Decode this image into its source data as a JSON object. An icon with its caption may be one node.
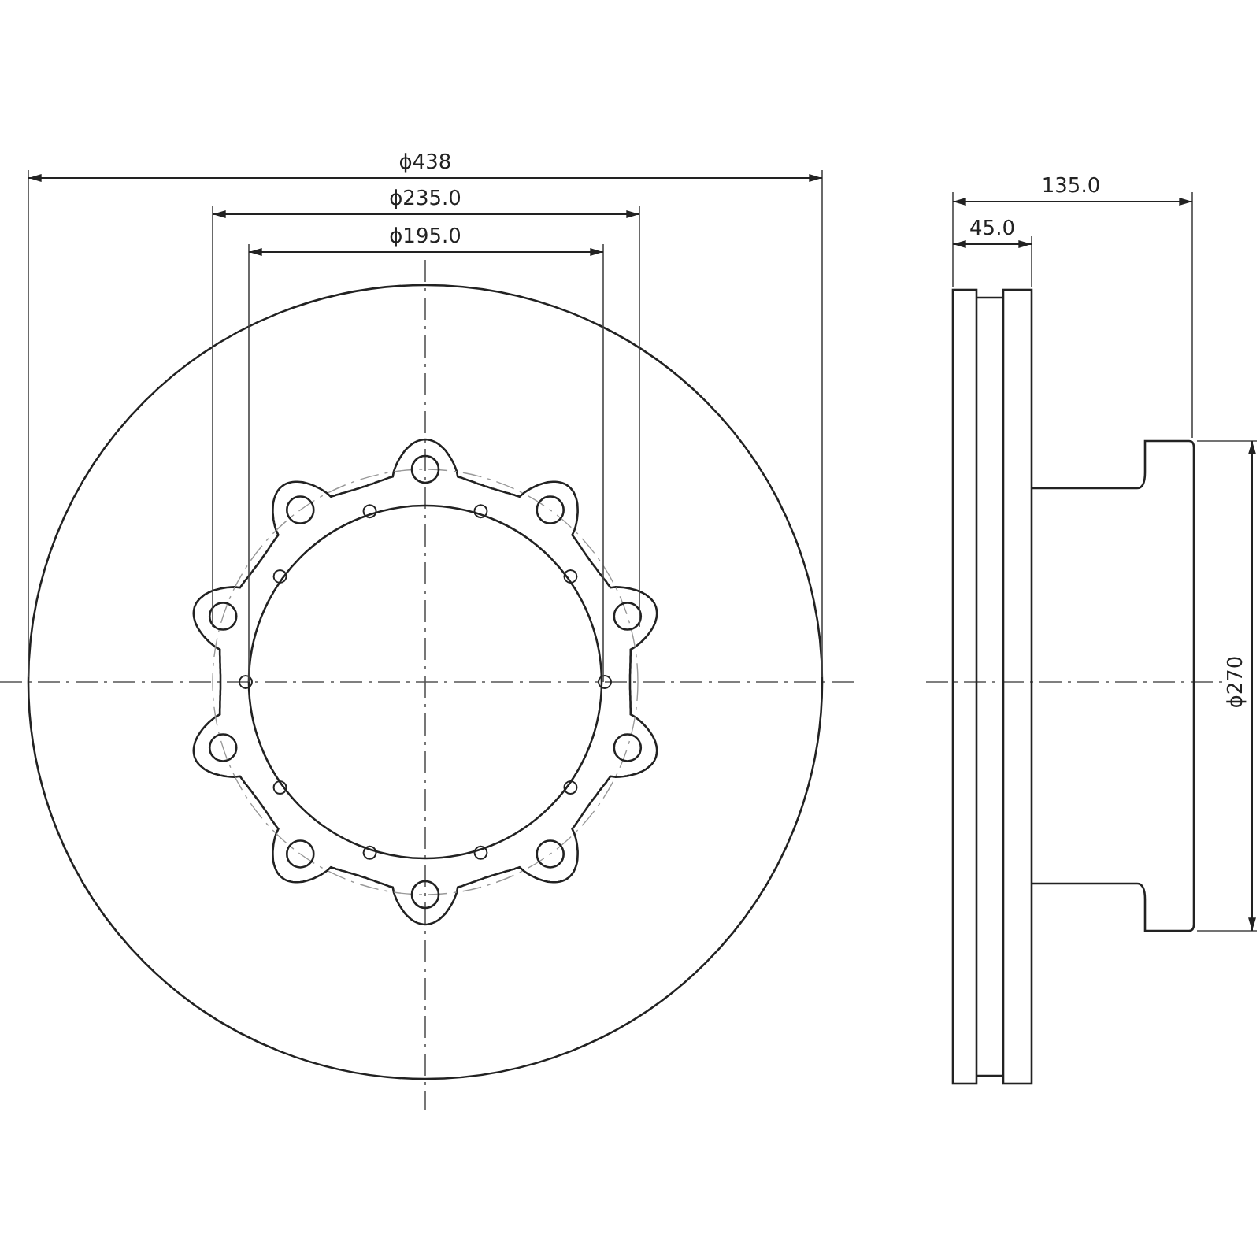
{
  "diagram": {
    "labels": [
      "ϕ438",
      "ϕ235.0",
      "ϕ195.0",
      "135.0",
      "45.0",
      "ϕ270"
    ]
  }
}
